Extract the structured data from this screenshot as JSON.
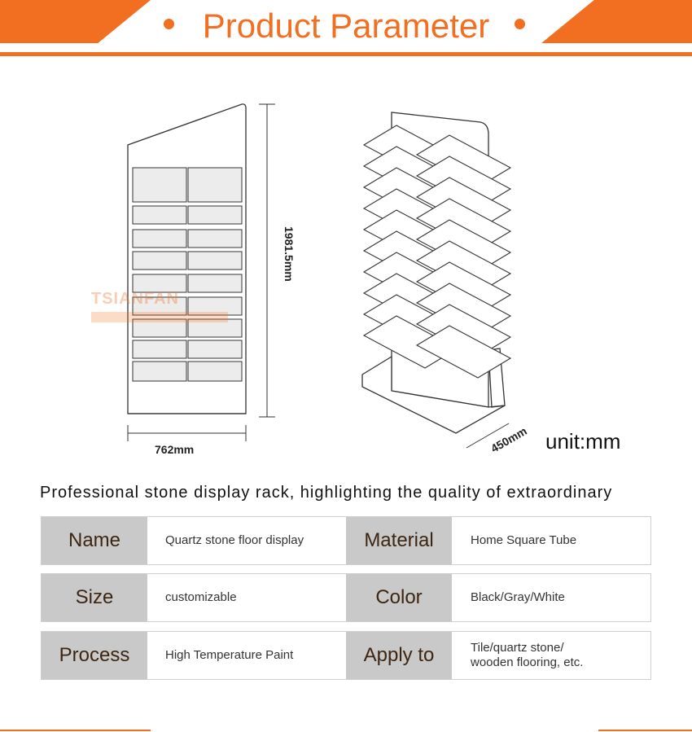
{
  "header": {
    "title": "Product Parameter"
  },
  "drawing": {
    "height_label": "1981.5mm",
    "width_label": "762mm",
    "depth_label": "450mm",
    "unit_label": "unit:mm",
    "watermark": "TSIANFAN"
  },
  "tagline": "Professional stone display rack, highlighting the quality of extraordinary",
  "specs": [
    {
      "label1": "Name",
      "value1": "Quartz stone floor display",
      "label2": "Material",
      "value2": "Home Square Tube"
    },
    {
      "label1": "Size",
      "value1": "customizable",
      "label2": "Color",
      "value2": "Black/Gray/White"
    },
    {
      "label1": "Process",
      "value1": "High Temperature Paint",
      "label2": "Apply to",
      "value2": "Tile/quartz stone/\nwooden flooring, etc."
    }
  ],
  "colors": {
    "accent": "#f26f21",
    "label_bg": "#c9c9c9",
    "label_text": "#3d2611"
  }
}
